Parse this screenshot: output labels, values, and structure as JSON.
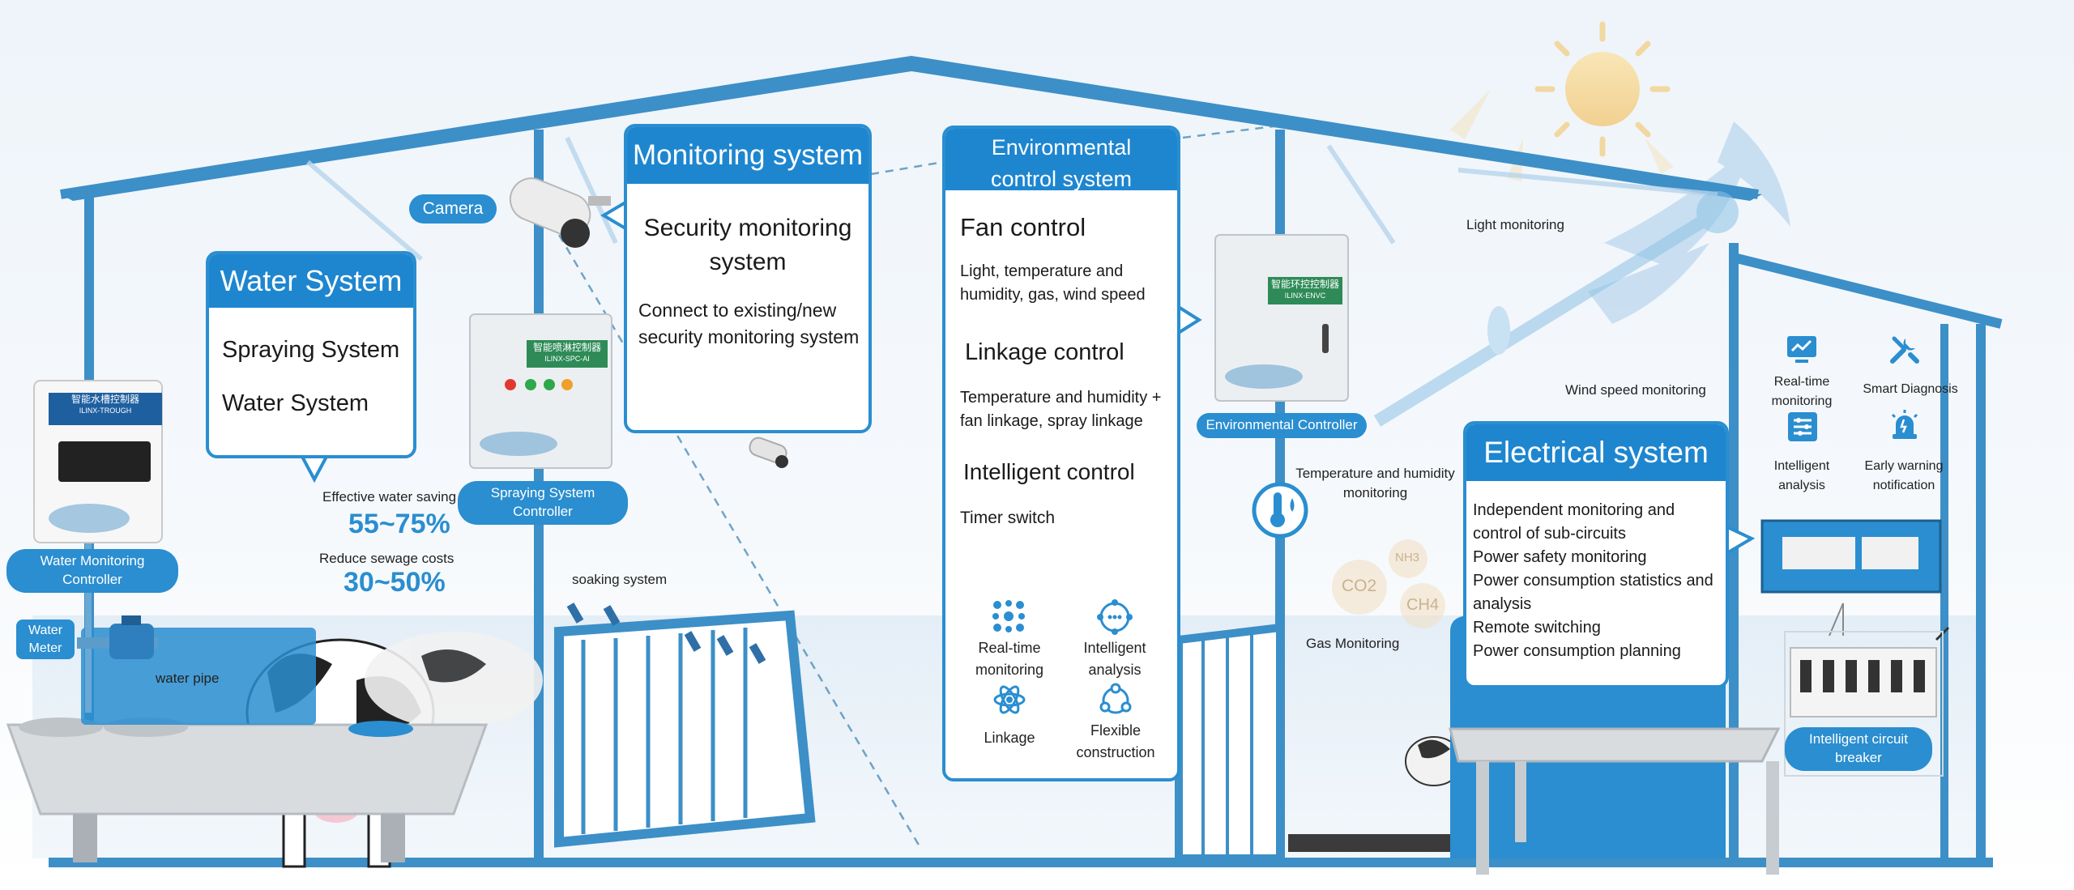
{
  "camera_label": "Camera",
  "light_monitoring": "Light monitoring",
  "wind_speed_monitoring": "Wind speed monitoring",
  "temp_humidity_monitoring": "Temperature and humidity monitoring",
  "gas_monitoring": "Gas Monitoring",
  "gas_labels": [
    "CO2",
    "NH3",
    "CH4"
  ],
  "soaking_system": "soaking system",
  "water_pipe": "water pipe",
  "water_meter": "Water Meter",
  "water_monitoring_controller": "Water Monitoring Controller",
  "spraying_controller": "Spraying System Controller",
  "environmental_controller": "Environmental Controller",
  "intelligent_circuit_breaker": "Intelligent circuit breaker",
  "device_labels": {
    "water_controller_cn": "智能水槽控制器",
    "water_controller_model": "ILINX-TROUGH",
    "spray_controller_cn": "智能喷淋控制器",
    "spray_controller_model": "ILINX-SPC-AI",
    "env_controller_cn": "智能环控控制器",
    "env_controller_model": "ILINX-ENVC"
  },
  "water_system": {
    "title": "Water System",
    "items": [
      "Spraying System",
      "Water System"
    ]
  },
  "water_stats": {
    "saving_label": "Effective water saving",
    "saving_value": "55~75%",
    "sewage_label": "Reduce sewage costs",
    "sewage_value": "30~50%"
  },
  "monitoring_system": {
    "title": "Monitoring system",
    "heading": "Security monitoring system",
    "desc": "Connect to existing/new security monitoring system"
  },
  "environmental_system": {
    "title": "Environmental control system",
    "fan_control": "Fan control",
    "fan_desc": "Light, temperature and humidity, gas, wind speed",
    "linkage_control": "Linkage control",
    "linkage_desc": "Temperature and humidity + fan linkage, spray linkage",
    "intelligent_control": "Intelligent control",
    "intelligent_desc": "Timer switch",
    "features": [
      {
        "label": "Real-time monitoring",
        "icon": "realtime-monitoring-icon"
      },
      {
        "label": "Intelligent analysis",
        "icon": "intelligent-analysis-icon"
      },
      {
        "label": "Linkage",
        "icon": "linkage-icon"
      },
      {
        "label": "Flexible construction",
        "icon": "flexible-construction-icon"
      }
    ]
  },
  "electrical_system": {
    "title": "Electrical system",
    "items": [
      "Independent monitoring and control of sub-circuits",
      "Power safety monitoring",
      "Power consumption statistics and analysis",
      "Remote switching",
      "Power consumption planning"
    ]
  },
  "electrical_features": [
    {
      "label": "Real-time monitoring",
      "icon": "chart-monitor-icon"
    },
    {
      "label": "Smart Diagnosis",
      "icon": "wrench-icon"
    },
    {
      "label": "Intelligent analysis",
      "icon": "sliders-icon"
    },
    {
      "label": "Early warning notification",
      "icon": "alarm-icon"
    }
  ],
  "colors": {
    "primary": "#2a8ed0",
    "title_bar": "#1e86cf",
    "frame": "#3d8fc7",
    "stat": "#2a8ed0"
  }
}
